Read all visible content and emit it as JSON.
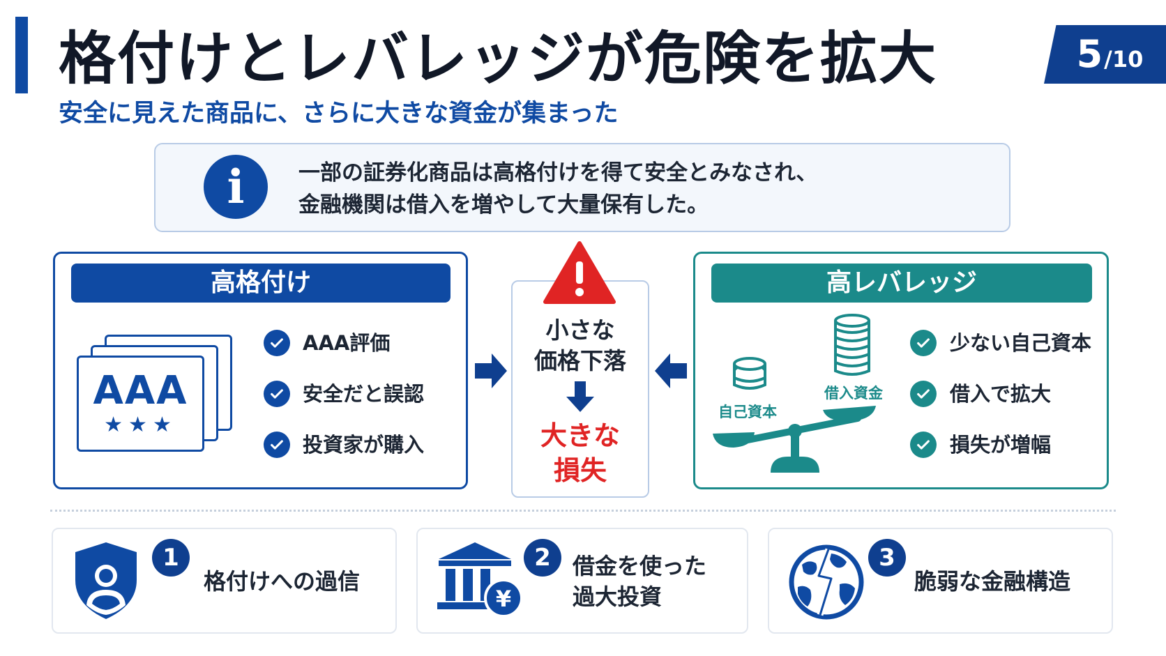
{
  "header": {
    "title": "格付けとレバレッジが危険を拡大",
    "subtitle": "安全に見えた商品に、さらに大きな資金が集まった",
    "page": {
      "current": "5",
      "total": "/10"
    }
  },
  "info": {
    "line1": "一部の証券化商品は高格付けを得て安全とみなされ、",
    "line2": "金融機関は借入を増やして大量保有した。"
  },
  "left_panel": {
    "title": "高格付け",
    "card_text": "AAA",
    "card_stars": "★★★",
    "items": [
      "AAA評価",
      "安全だと誤認",
      "投資家が購入"
    ]
  },
  "center": {
    "small_drop_line1": "小さな",
    "small_drop_line2": "価格下落",
    "big_loss_line1": "大きな",
    "big_loss_line2": "損失"
  },
  "right_panel": {
    "title": "高レバレッジ",
    "equity_label": "自己資本",
    "borrowed_label": "借入資金",
    "items": [
      "少ない自己資本",
      "借入で拡大",
      "損失が増幅"
    ]
  },
  "bottom": [
    {
      "num": "1",
      "line1": "格付けへの過信",
      "line2": ""
    },
    {
      "num": "2",
      "line1": "借金を使った",
      "line2": "過大投資"
    },
    {
      "num": "3",
      "line1": "脆弱な金融構造",
      "line2": ""
    }
  ],
  "colors": {
    "primary_blue": "#0f4aa3",
    "teal": "#1b8a8a",
    "danger_red": "#e02424"
  }
}
